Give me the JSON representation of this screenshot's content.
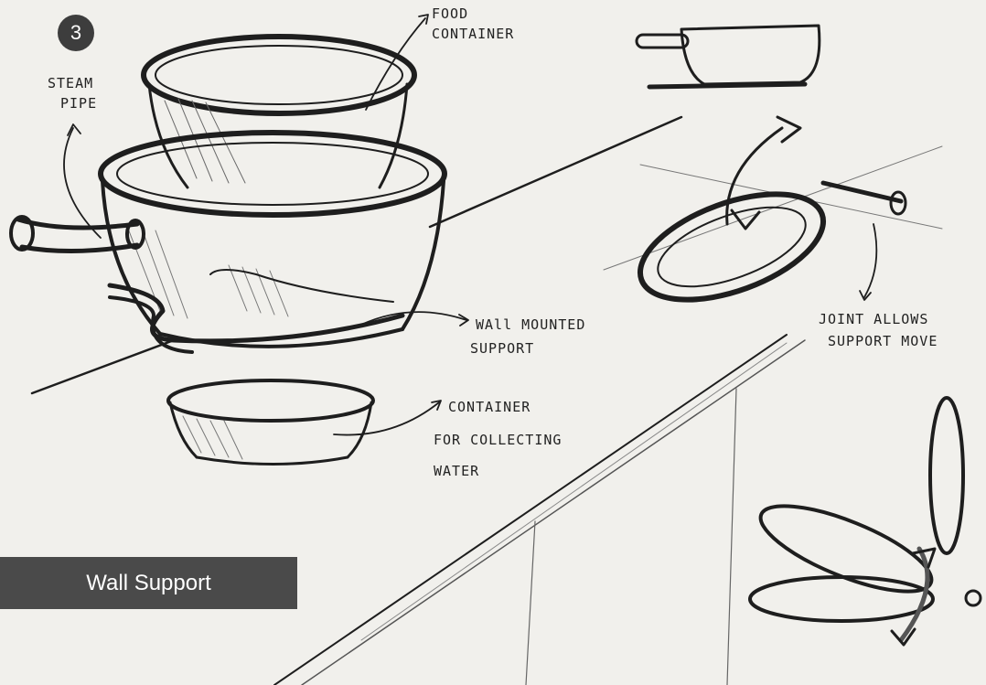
{
  "step_badge": "3",
  "caption": "Wall Support",
  "annotations": {
    "food_container": [
      "FOOD",
      "CONTAINER"
    ],
    "steam_pipe": [
      "STEAM",
      "PIPE"
    ],
    "wall_mounted_support": [
      "WAll MOUNTED",
      "SUPPORT"
    ],
    "container_collecting": [
      "CONTAINER",
      "FOR COLLECTING",
      "WATER"
    ],
    "joint": [
      "JOINT ALLOWS",
      "SUPPORT MOVE"
    ]
  }
}
